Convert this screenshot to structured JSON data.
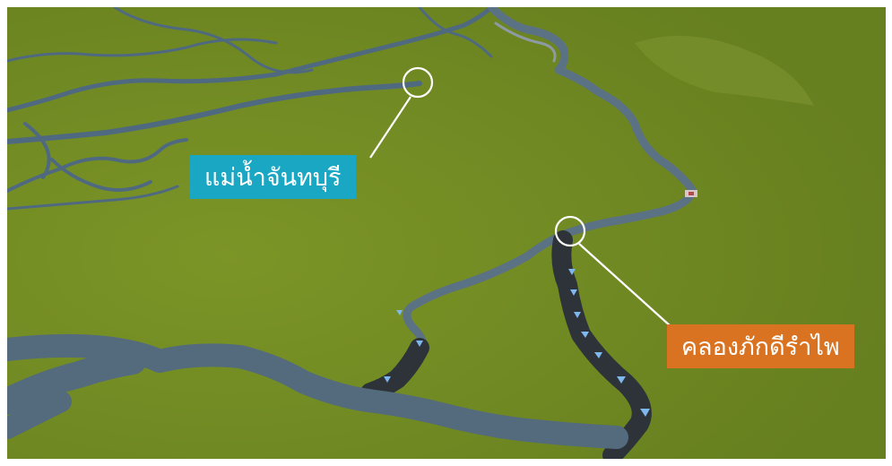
{
  "map": {
    "terrain_color": "#6f8a23",
    "river_color": "#4f6a80",
    "canal_color": "#2d3338",
    "flow_arrow_color": "#7fb8ef",
    "labels": [
      {
        "id": "chanthaburi-river",
        "text": "แม่น้ำจันทบุรี",
        "color": "#19a7c3"
      },
      {
        "id": "phakdi-rambai-canal",
        "text": "คลองภักดีรำไพ",
        "color": "#d97321"
      }
    ]
  }
}
